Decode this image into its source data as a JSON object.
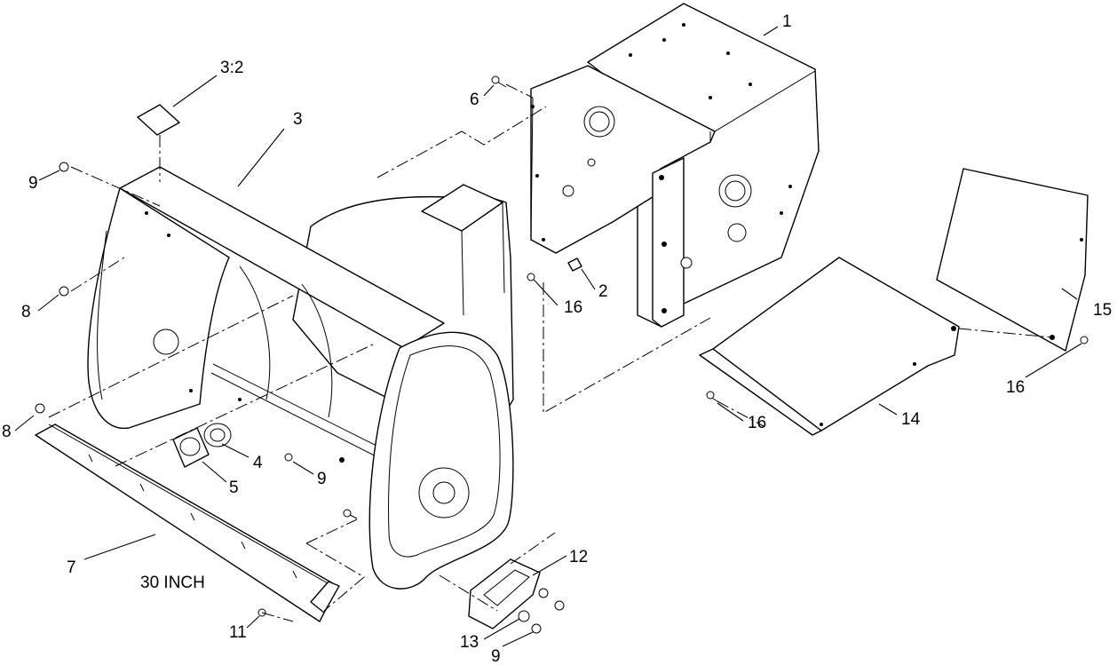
{
  "callouts": {
    "c1": "1",
    "c2": "2",
    "c3": "3",
    "c3_2": "3:2",
    "c4": "4",
    "c5": "5",
    "c6": "6",
    "c7": "7",
    "c8a": "8",
    "c8b": "8",
    "c9a": "9",
    "c9b": "9",
    "c9c": "9",
    "c11": "11",
    "c12": "12",
    "c13": "13",
    "c14": "14",
    "c15": "15",
    "c16a": "16",
    "c16b": "16",
    "c16c": "16"
  },
  "notes": {
    "size": "30 INCH"
  }
}
